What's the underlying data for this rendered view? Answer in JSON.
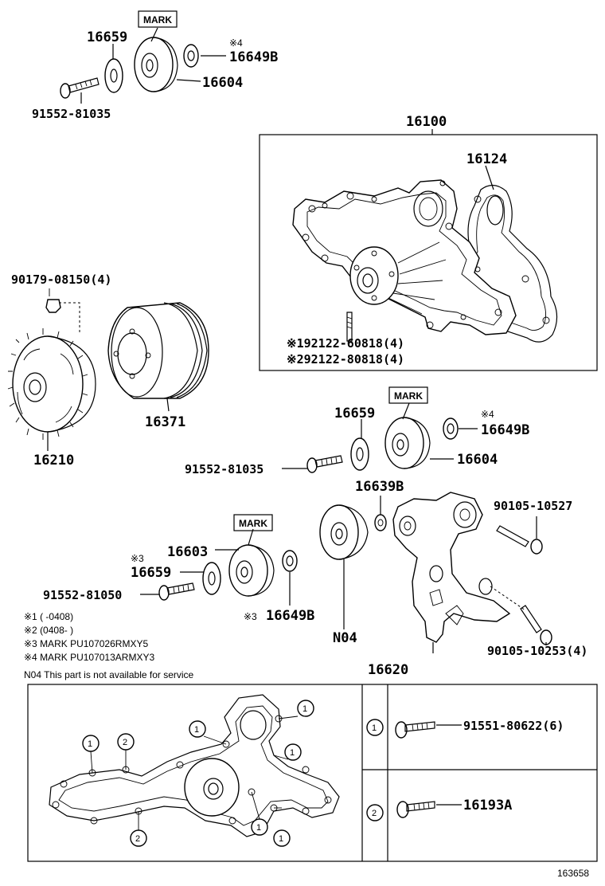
{
  "labels": {
    "p16659_a": "16659",
    "mark_a": "MARK",
    "note4_a": "※4",
    "p16649b_a": "16649B",
    "p16604_a": "16604",
    "p91552_81035_a": "91552-81035",
    "p16100": "16100",
    "p16124": "16124",
    "p90179": "90179-08150(4)",
    "p92122_60818": "※192122-60818(4)",
    "p92122_80818": "※292122-80818(4)",
    "p16371": "16371",
    "p16210": "16210",
    "p16659_b": "16659",
    "mark_b": "MARK",
    "note4_b": "※4",
    "p16649b_b": "16649B",
    "p16604_b": "16604",
    "p91552_81035_b": "91552-81035",
    "p16639b": "16639B",
    "p90105_10527": "90105-10527",
    "mark_c": "MARK",
    "p16603": "16603",
    "note3_a": "※3",
    "p16659_c": "16659",
    "p91552_81050": "91552-81050",
    "note3_b": "※3",
    "p16649b_c": "16649B",
    "pN04": "N04",
    "p90105_10253": "90105-10253(4)",
    "p16620": "16620"
  },
  "notes": [
    "※1 (        -0408)",
    "※2 (0408-          )",
    "※3 MARK PU107026RMXY5",
    "※4 MARK PU107013ARMXY3",
    "N04  This part is not available for service"
  ],
  "bolt_table": [
    {
      "callout": "1",
      "part": "91551-80622(6)"
    },
    {
      "callout": "2",
      "part": "16193A"
    }
  ],
  "callouts": [
    "1",
    "2",
    "1",
    "1",
    "1",
    "2",
    "1",
    "1"
  ],
  "figure_ref": "163658"
}
